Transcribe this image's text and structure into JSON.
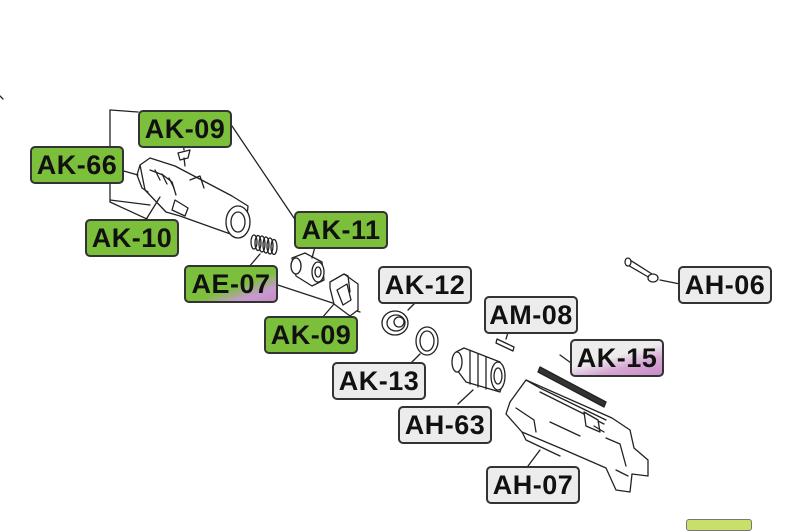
{
  "labels": {
    "ak09_top": "AK-09",
    "ak66": "AK-66",
    "ak10": "AK-10",
    "ak11": "AK-11",
    "ae07": "AE-07",
    "ak09_bottom": "AK-09",
    "ak12": "AK-12",
    "ak13": "AK-13",
    "am08": "AM-08",
    "ak15": "AK-15",
    "ah06": "AH-06",
    "ah63": "AH-63",
    "ah07": "AH-07"
  },
  "colors": {
    "available": "#7bbf3a",
    "standard": "#ececec",
    "highlight": "#c98ac8"
  }
}
